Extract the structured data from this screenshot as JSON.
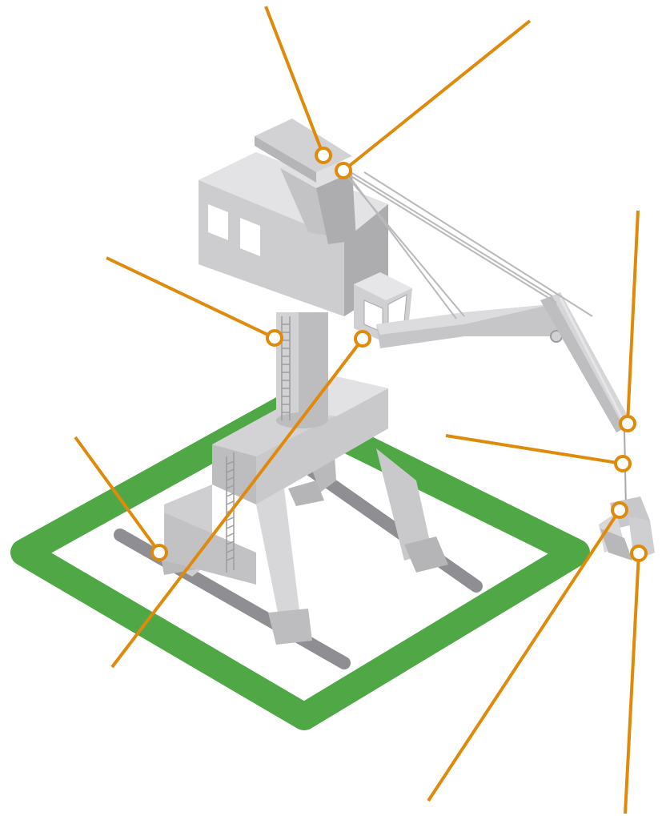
{
  "diagram": {
    "subject": "portal-crane-illustration",
    "colors": {
      "accent": "#E08A0B",
      "footprint": "#4FA845",
      "rail": "#8E8E93",
      "body_light": "#DCDCDE",
      "body_mid": "#C4C4C7",
      "body_dark": "#A9A9AD",
      "window": "#FFFFFF",
      "background": "#FFFFFF"
    },
    "callouts": [
      {
        "id": "counterweight-arm",
        "label": ""
      },
      {
        "id": "boom-pivot",
        "label": ""
      },
      {
        "id": "machinery-house",
        "label": ""
      },
      {
        "id": "operator-cab",
        "label": ""
      },
      {
        "id": "boom-tip-pulley",
        "label": ""
      },
      {
        "id": "hoist-rope",
        "label": ""
      },
      {
        "id": "grab-bucket-top",
        "label": ""
      },
      {
        "id": "grab-bucket-jaw",
        "label": ""
      },
      {
        "id": "rail-wheel",
        "label": ""
      }
    ]
  }
}
